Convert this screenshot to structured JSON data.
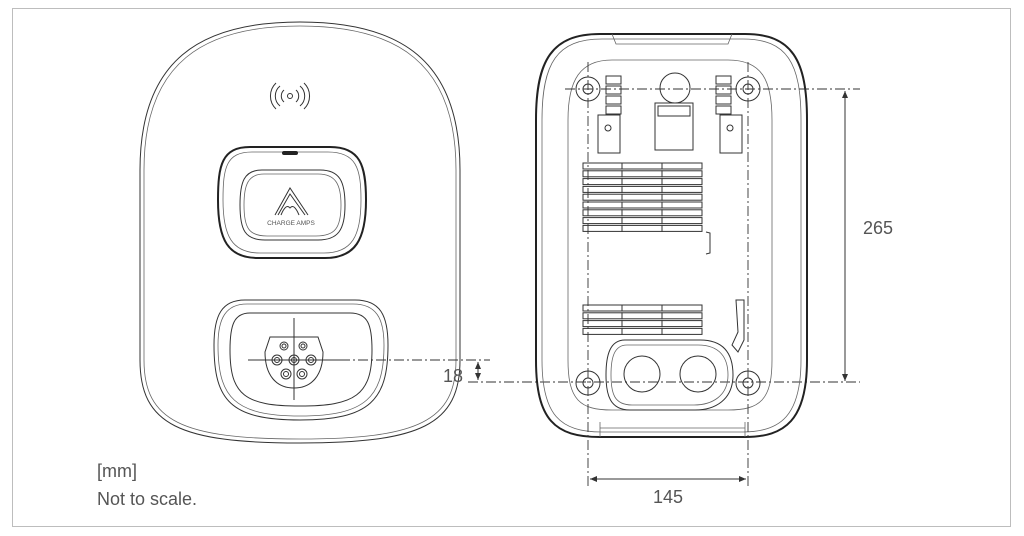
{
  "units_note": "[mm]",
  "scale_note": "Not to scale.",
  "front_view": {
    "logo_text": "CHARGE AMPS",
    "rfid_icon": "contactless-icon",
    "dimension_socket_offset": "18"
  },
  "back_view": {
    "dimension_height": "265",
    "dimension_width": "145"
  },
  "colors": {
    "line": "#333333",
    "text": "#555555",
    "frame": "#bdbdbd"
  }
}
